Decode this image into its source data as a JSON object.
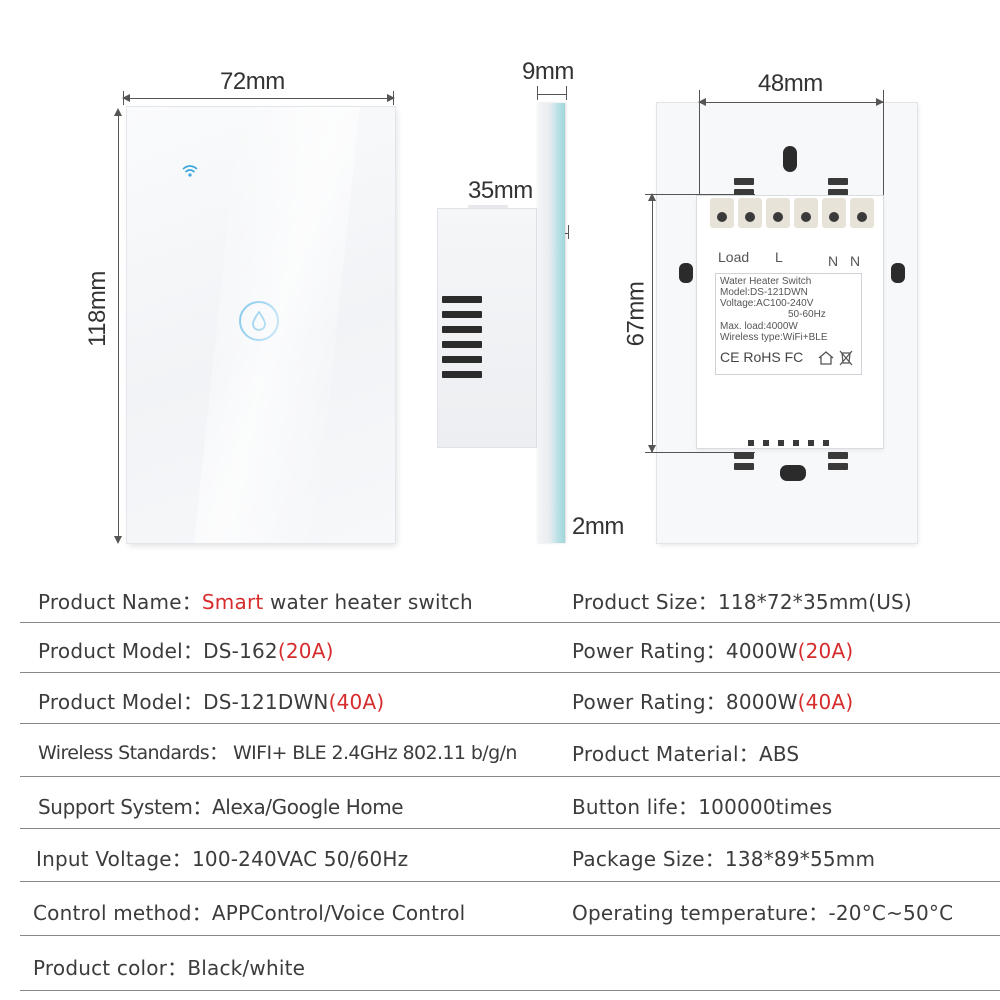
{
  "dimensions": {
    "front_width": "72mm",
    "front_height": "118mm",
    "side_thickness": "9mm",
    "side_depth": "35mm",
    "glass_thickness": "2mm",
    "back_width": "48mm",
    "back_height": "67mm"
  },
  "back_label": {
    "load": "Load",
    "l": "L",
    "n1": "N",
    "n2": "N",
    "title": "Water Heater Switch",
    "model": "Model:DS-121DWN",
    "voltage": "Voltage:AC100-240V",
    "freq": "50-60Hz",
    "max_load": "Max. load:4000W",
    "wireless": "Wireless type:WiFi+BLE",
    "certs": "CE RoHS FC"
  },
  "specs": {
    "row1": {
      "left_label": "Product Name：",
      "left_value_red": "Smart",
      "left_value": " water heater switch",
      "right_label": "Product Size：",
      "right_value": "118*72*35mm(US)"
    },
    "row2": {
      "left_label": "Product Model：",
      "left_value": "DS-162",
      "left_value_red": "(20A)",
      "right_label": "Power Rating：",
      "right_value": "4000W",
      "right_value_red": "(20A)"
    },
    "row3": {
      "left_label": "Product Model：",
      "left_value": "DS-121DWN",
      "left_value_red": "(40A)",
      "right_label": "Power Rating：",
      "right_value": "8000W",
      "right_value_red": "(40A)"
    },
    "row4": {
      "left_label": "Wireless Standards：",
      "left_value": "WIFI+ BLE 2.4GHz 802.11 b/g/n",
      "right_label": "Product Material：",
      "right_value": "ABS"
    },
    "row5": {
      "left_label": "Support System：",
      "left_value": "Alexa/Google Home",
      "right_label": "Button life：",
      "right_value": "100000times"
    },
    "row6": {
      "left_label": "Input Voltage：",
      "left_value": "100-240VAC 50/60Hz",
      "right_label": "Package Size：",
      "right_value": "138*89*55mm"
    },
    "row7": {
      "left_label": "Control method：",
      "left_value": "APPControl/Voice Control",
      "right_label": "Operating temperature：",
      "right_value": "-20°C~50°C"
    },
    "row8": {
      "left_label": "Product color：",
      "left_value": "Black/white"
    }
  },
  "colors": {
    "accent_red": "#d62c2c",
    "button_blue": "#3aa7e0",
    "glass_edge": "#9ed6db"
  },
  "icons": [
    "wifi-icon",
    "water-drop-icon",
    "ce-mark-icon",
    "home-icon",
    "recycle-bin-icon"
  ]
}
